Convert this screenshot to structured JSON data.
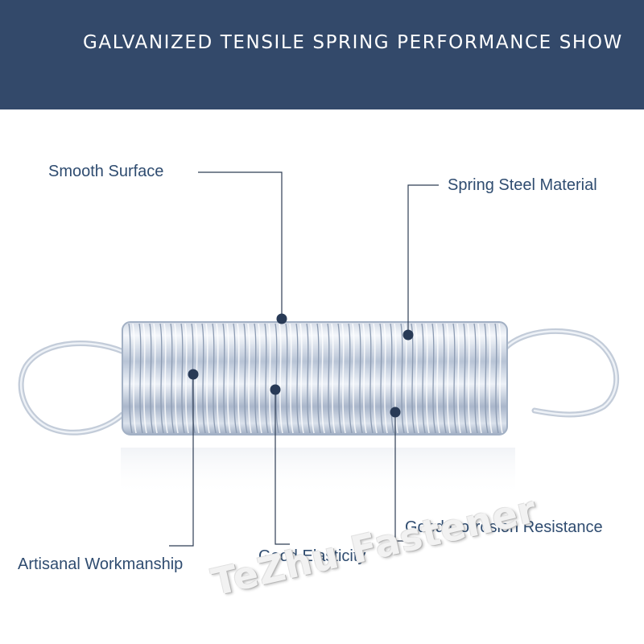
{
  "header": {
    "title": "GALVANIZED TENSILE SPRING PERFORMANCE SHOW"
  },
  "features": [
    "Smooth Surface",
    "Spring Steel Material",
    "Artisanal Workmanship",
    "Good Elasticity",
    "Good Corrosion Resistance"
  ],
  "watermark": "TeZhu Fastener",
  "colors": {
    "header_bg": "#33496a",
    "label_text": "#2f4c70",
    "callout_line": "#2f3e55",
    "callout_dot": "#283a56"
  }
}
